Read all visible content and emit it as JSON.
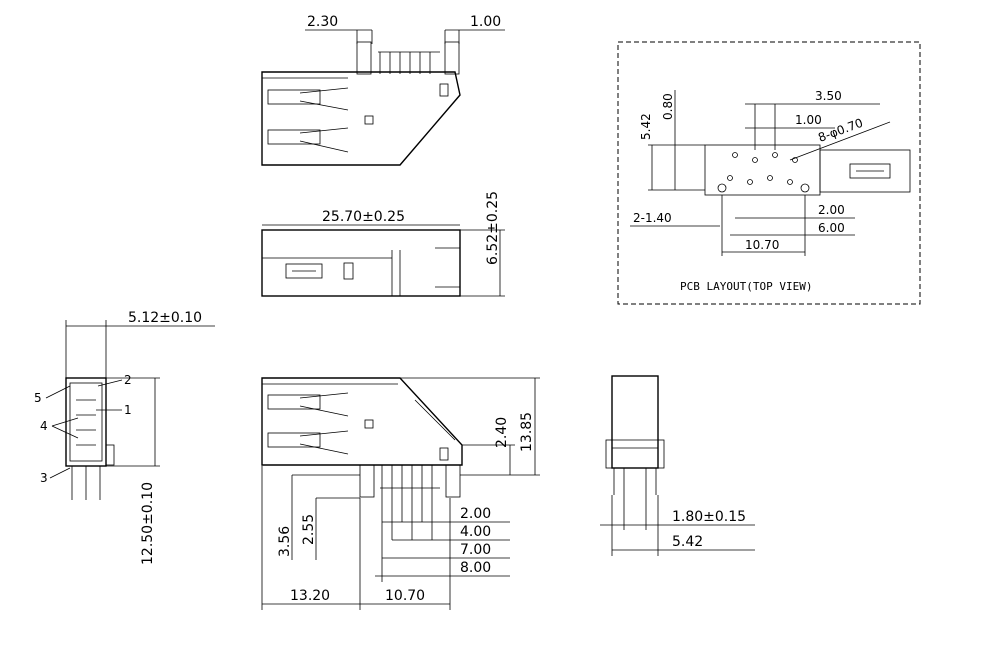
{
  "top_view": {
    "dim_left": "2.30",
    "dim_right": "1.00"
  },
  "side_view": {
    "length": "25.70±0.25",
    "height": "6.52±0.25"
  },
  "pcb": {
    "d350": "3.50",
    "d100": "1.00",
    "holes": "8-φ0.70",
    "d080": "0.80",
    "d542": "5.42",
    "pad": "2-1.40",
    "d200": "2.00",
    "d600": "6.00",
    "d1070": "10.70",
    "caption": "PCB LAYOUT(TOP VIEW)"
  },
  "end_view": {
    "width": "5.12±0.10",
    "height": "12.50±0.10",
    "c1": "1",
    "c2": "2",
    "c3": "3",
    "c4": "4",
    "c5": "5"
  },
  "front_view": {
    "h1385": "13.85",
    "h240": "2.40",
    "h356": "3.56",
    "h255": "2.55",
    "d200": "2.00",
    "d400": "4.00",
    "d700": "7.00",
    "d800": "8.00",
    "d1320": "13.20",
    "d1070": "10.70"
  },
  "right_view": {
    "pin": "1.80±0.15",
    "span": "5.42"
  }
}
